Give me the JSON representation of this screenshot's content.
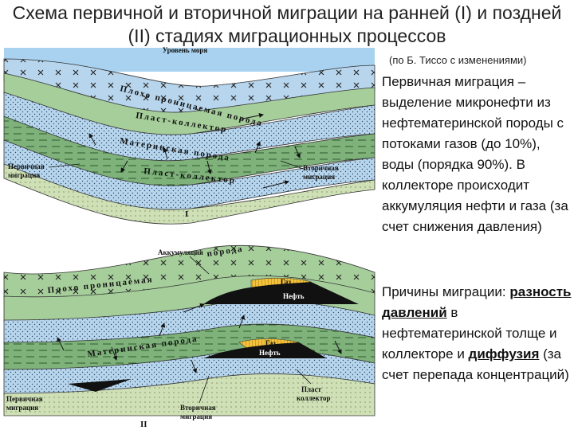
{
  "title": "Схема первичной и вторичной миграции на ранней (I) и поздней (II) стадиях миграционных процессов",
  "source": "(по Б. Тиссо с изменениями)",
  "text1": "Первичная миграция – выделение микронефти из нефтематеринской породы с потоками газов (до 10%), воды  (порядка 90%). В коллекторе происходит аккумуляция нефти и газа (за счет снижения давления)",
  "text2_intro": "Причины миграции: ",
  "text2_term1": "разность давлений",
  "text2_mid": " в нефтематеринской толще и коллекторе и ",
  "text2_term2": "диффузия",
  "text2_tail": " (за счет перепада концентраций)",
  "diagram_top": {
    "sea_level": "Уровень моря",
    "poor_permeable": "Плохо проницаемая порода",
    "reservoir_1": "Пласт-коллектор",
    "source_rock": "Материнская порода",
    "reservoir_2": "Пласт-коллектор",
    "primary_label_line1": "Первичная",
    "primary_label_line2": "миграция",
    "secondary_label_line1": "Вторичная",
    "secondary_label_line2": "миграция",
    "stage": "I"
  },
  "diagram_bottom": {
    "accumulation": "Аккумуляция",
    "poor_permeable_top": "порода",
    "poor_permeable": "Плохо проницаемая",
    "gas_1": "Газ",
    "oil_1": "Нефть",
    "gas_2": "Газ",
    "oil_2": "Нефть",
    "source_rock": "Материнская порода",
    "primary_label_line1": "Первичная",
    "primary_label_line2": "миграция",
    "secondary_label_line1": "Вторичная",
    "secondary_label_line2": "миграция",
    "reservoir_label_line1": "Пласт",
    "reservoir_label_line2": "коллектор",
    "stage": "II"
  },
  "colors": {
    "sea": "#a8d2ef",
    "green": "#a6ce9b",
    "green_dark": "#7eb27a",
    "blue": "#b7d5ec",
    "olive": "#cfe0b6",
    "gas": "#f3c23a",
    "oil": "#111111"
  }
}
